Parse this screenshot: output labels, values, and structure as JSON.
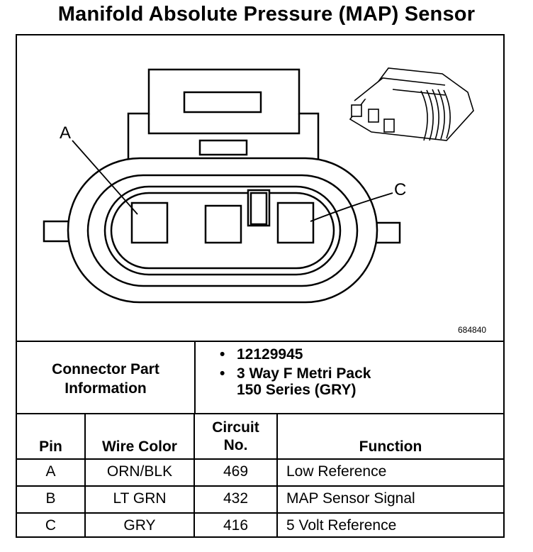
{
  "title": "Manifold Absolute Pressure (MAP) Sensor",
  "figure": {
    "pin_labels": {
      "a": "A",
      "c": "C"
    },
    "figure_code": "684840"
  },
  "connector_info": {
    "label_line1": "Connector Part",
    "label_line2": "Information",
    "items": [
      "12129945",
      "3 Way F Metri Pack",
      "150 Series (GRY)"
    ]
  },
  "table": {
    "headers": {
      "pin": "Pin",
      "wire_color": "Wire Color",
      "circuit_line1": "Circuit",
      "circuit_line2": "No.",
      "function": "Function"
    },
    "rows": [
      {
        "pin": "A",
        "wire_color": "ORN/BLK",
        "circuit": "469",
        "function": "Low Reference"
      },
      {
        "pin": "B",
        "wire_color": "LT GRN",
        "circuit": "432",
        "function": "MAP Sensor Signal"
      },
      {
        "pin": "C",
        "wire_color": "GRY",
        "circuit": "416",
        "function": "5 Volt Reference"
      }
    ]
  }
}
